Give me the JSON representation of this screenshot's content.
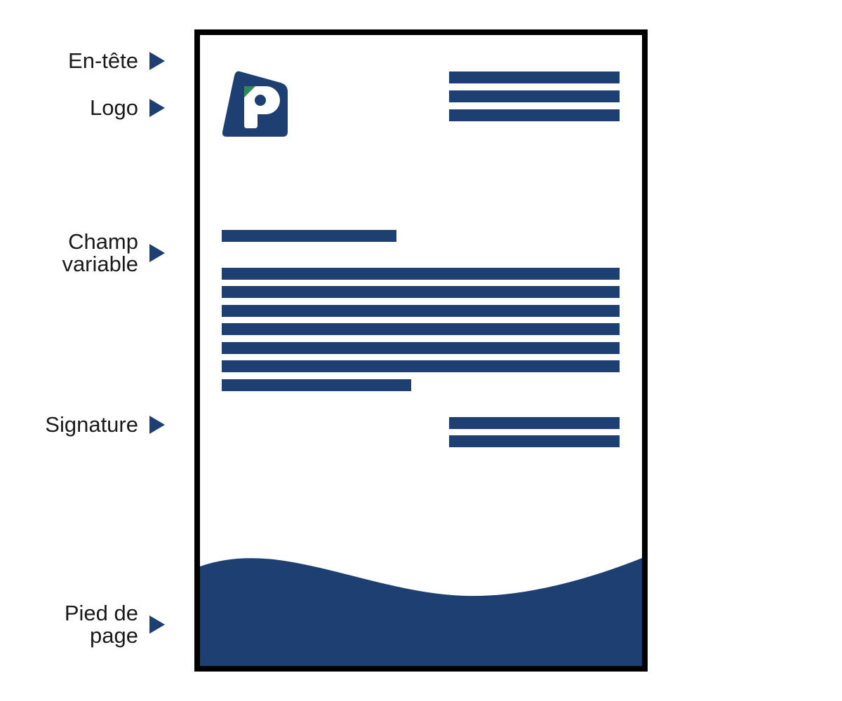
{
  "labels": {
    "header": "En-tête",
    "logo": "Logo",
    "variable_field": "Champ\nvariable",
    "signature": "Signature",
    "footer": "Pied de\npage"
  },
  "icons": {
    "arrow": "triangle-right-icon",
    "logo": "letter-p-logo"
  },
  "colors": {
    "primary": "#1e3f72",
    "accent": "#2e8b57",
    "frame": "#000000"
  }
}
